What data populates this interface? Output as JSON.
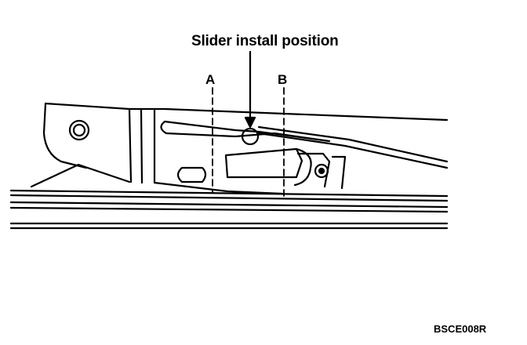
{
  "diagram": {
    "title": "Slider install position",
    "marker_a": "A",
    "marker_b": "B",
    "figure_code": "BSCE008R"
  },
  "colors": {
    "ink": "#000000",
    "paper": "#ffffff"
  }
}
